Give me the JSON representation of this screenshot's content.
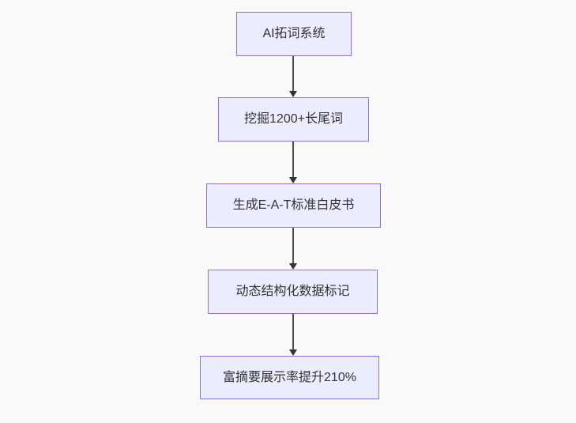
{
  "page": {
    "background_color": "#f9f9f9"
  },
  "diagram": {
    "type": "flowchart",
    "direction": "top-down",
    "style": {
      "node_fill": "#ECECFF",
      "node_border": "#9370DB",
      "node_text_color": "#333333",
      "arrow_color": "#333333"
    },
    "nodes": [
      {
        "label": "AI拓词系统"
      },
      {
        "label": "挖掘1200+长尾词"
      },
      {
        "label": "生成E-A-T标准白皮书"
      },
      {
        "label": "动态结构化数据标记"
      },
      {
        "label": "富摘要展示率提升210%"
      }
    ],
    "edges": [
      {
        "from": "AI拓词系统",
        "to": "挖掘1200+长尾词"
      },
      {
        "from": "挖掘1200+长尾词",
        "to": "生成E-A-T标准白皮书"
      },
      {
        "from": "生成E-A-T标准白皮书",
        "to": "动态结构化数据标记"
      },
      {
        "from": "动态结构化数据标记",
        "to": "富摘要展示率提升210%"
      }
    ]
  }
}
